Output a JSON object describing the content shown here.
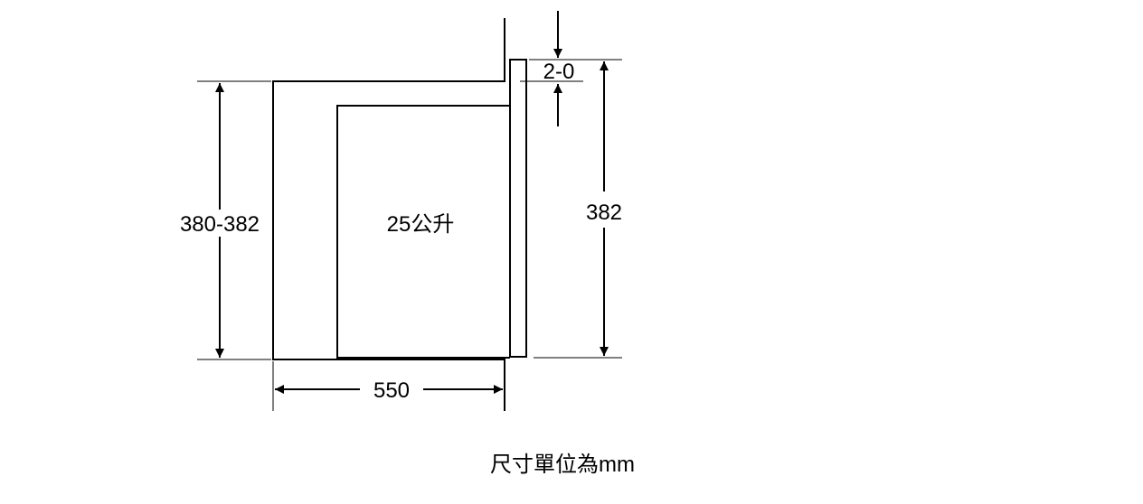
{
  "diagram": {
    "dimensions": {
      "left_height": "380-382",
      "right_height": "382",
      "width": "550",
      "gap": "2-0"
    },
    "labels": {
      "volume": "25公升"
    },
    "caption": "尺寸單位為mm",
    "colors": {
      "line": "#000000",
      "background": "#ffffff"
    }
  }
}
